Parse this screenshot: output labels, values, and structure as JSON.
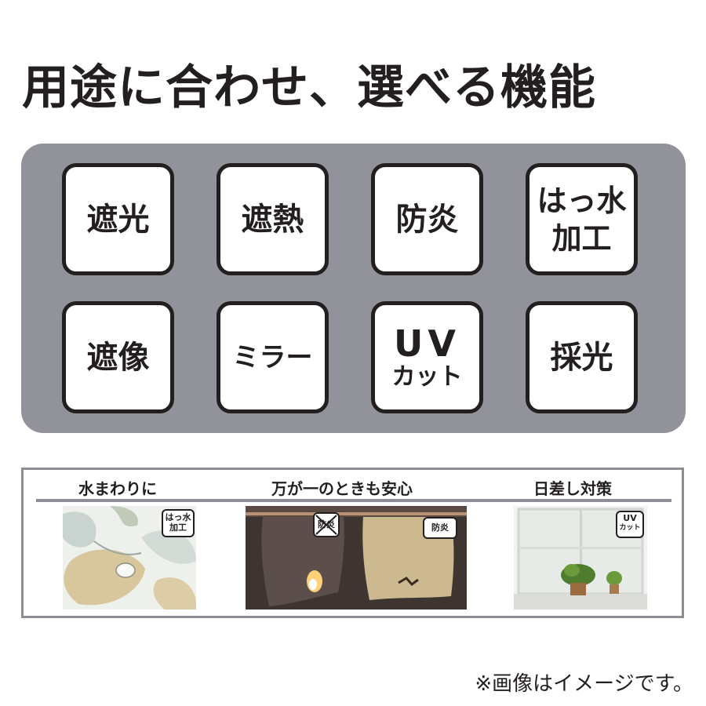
{
  "headline": "用途に合わせ、選べる機能",
  "features": [
    {
      "line1": "遮光",
      "line2": ""
    },
    {
      "line1": "遮熱",
      "line2": ""
    },
    {
      "line1": "防炎",
      "line2": ""
    },
    {
      "line1": "はっ水",
      "line2": "加工"
    },
    {
      "line1": "遮像",
      "line2": ""
    },
    {
      "line1": "ミラー",
      "line2": ""
    },
    {
      "line1": "UV",
      "line2": "カット"
    },
    {
      "line1": "採光",
      "line2": ""
    }
  ],
  "scenes": [
    {
      "caption": "水まわりに",
      "badge_line1": "はっ水",
      "badge_line2": "加工"
    },
    {
      "caption": "万が一のときも安心",
      "badge_crossed": "防炎",
      "badge": "防炎"
    },
    {
      "caption": "日差し対策",
      "badge_line1": "UV",
      "badge_line2": "カット"
    }
  ],
  "note": "※画像はイメージです。",
  "colors": {
    "panel": "#92929b",
    "ink": "#231f20",
    "frame": "#8d8d95"
  }
}
